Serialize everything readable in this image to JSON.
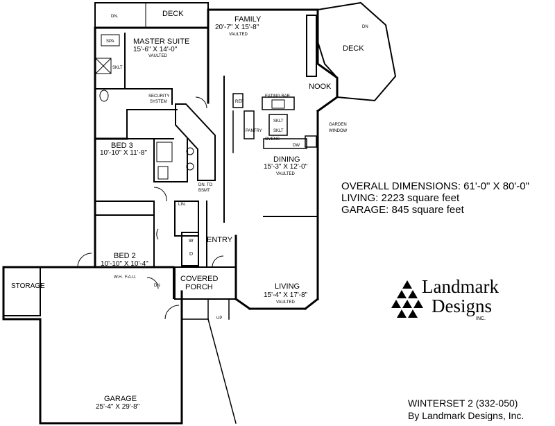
{
  "rooms": {
    "deck_top": "DECK",
    "dn_top": "DN.",
    "family_name": "FAMILY",
    "family_dims": "20'-7\" X 15'-8\"",
    "family_note": "VAULTED",
    "master_name": "MASTER SUITE",
    "master_dims": "15'-6\" X 14'-0\"",
    "master_note": "VAULTED",
    "spa": "SPA",
    "sklt_master": "SKLT",
    "security": "SECURITY",
    "system": "SYSTEM",
    "deck_right": "DECK",
    "dn_right": "DN",
    "nook": "NOOK",
    "eating_bar": "EATING BAR",
    "ref": "REF",
    "pantry": "PANTRY",
    "sklt_k1": "SKLT",
    "sklt_k2": "SKLT",
    "ovens": "OVENS",
    "dw": "DW",
    "garden": "GARDEN",
    "window": "WINDOW",
    "bed3_name": "BED 3",
    "bed3_dims": "10'-10\" X 11'-8\"",
    "dn_to": "DN. TO",
    "bsmt": "BSMT",
    "dining_name": "DINING",
    "dining_dims": "15'-3\" X 12'-0\"",
    "dining_note": "VAULTED",
    "lin": "LIN.",
    "w": "W",
    "d": "D",
    "entry": "ENTRY",
    "bed2_name": "BED 2",
    "bed2_dims": "10'-10\" X 10'-4\"",
    "storage": "STORAGE",
    "wh": "W.H.",
    "fau": "F.A.U.",
    "dn_porch": "DN",
    "covered": "COVERED",
    "porch": "PORCH",
    "up": "UP",
    "living_name": "LIVING",
    "living_dims": "15'-4\" X 17'-8\"",
    "living_note": "VAULTED",
    "garage_name": "GARAGE",
    "garage_dims": "25'-4\" X 29'-8\""
  },
  "info": {
    "overall": "OVERALL DIMENSIONS: 61'-0\" X 80'-0\"",
    "living": "LIVING: 2223 square feet",
    "garage": "GARAGE: 845 square feet"
  },
  "logo": {
    "line1": "Landmark",
    "line2": "Designs",
    "inc": "INC."
  },
  "footer": {
    "plan": "WINTERSET 2 (332-050)",
    "by": "By Landmark Designs, Inc."
  }
}
